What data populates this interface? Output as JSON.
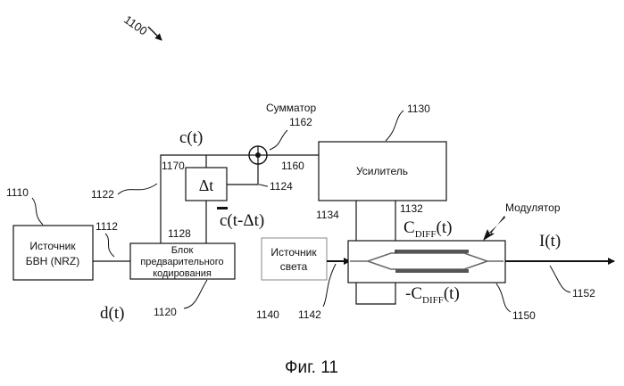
{
  "figure": {
    "ref_number": "1100",
    "caption": "Фиг. 11"
  },
  "blocks": {
    "source": {
      "label_line1": "Источник",
      "label_line2": "БВН (NRZ)",
      "ref": "1110"
    },
    "precoder": {
      "label_line1": "Блок",
      "label_line2": "предварительного",
      "label_line3": "кодирования",
      "ref": "1120"
    },
    "delay": {
      "label": "Δt"
    },
    "amplifier": {
      "label": "Усилитель",
      "ref": "1130"
    },
    "light_source": {
      "label_line1": "Источник",
      "label_line2": "света",
      "ref": "1140"
    },
    "summator": {
      "label": "Сумматор",
      "ref": "1162"
    },
    "modulator": {
      "label": "Модулятор",
      "ref": "1150"
    }
  },
  "signals": {
    "c_t": "c(t)",
    "c_t_delayed": "c(t-Δt)",
    "d_t": "d(t)",
    "i_t": "I(t)",
    "c_diff_prefix": "C",
    "c_diff_sub": "DIFF",
    "c_diff_suffix": "(t)",
    "neg_c_diff_prefix": "-C",
    "neg_c_diff_sub": "DIFF",
    "neg_c_diff_suffix": "(t)"
  },
  "refs": {
    "r1112": "1112",
    "r1122": "1122",
    "r1124": "1124",
    "r1128": "1128",
    "r1132": "1132",
    "r1134": "1134",
    "r1142": "1142",
    "r1152": "1152",
    "r1160": "1160",
    "r1170": "1170"
  },
  "colors": {
    "line": "#111111",
    "waveguide": "#666666",
    "background": "#ffffff"
  }
}
